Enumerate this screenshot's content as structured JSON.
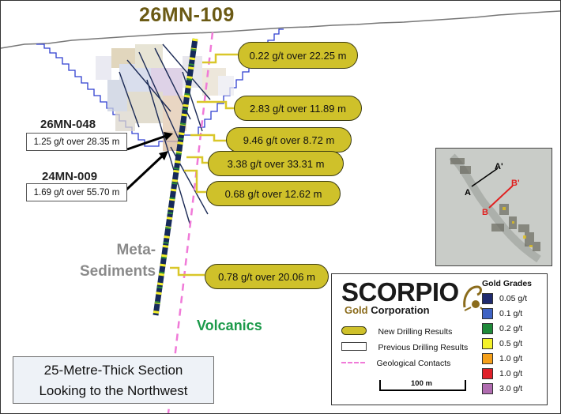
{
  "title": "26MN-109",
  "new_results": [
    {
      "text": "0.22 g/t over 22.25 m"
    },
    {
      "text": "2.83 g/t over 11.89 m"
    },
    {
      "text": "9.46 g/t over 8.72 m"
    },
    {
      "text": "3.38 g/t over 33.31 m"
    },
    {
      "text": "0.68 g/t over 12.62 m"
    },
    {
      "text": "0.78 g/t over 20.06 m"
    }
  ],
  "previous_holes": [
    {
      "name": "26MN-048",
      "result": "1.25 g/t over 28.35 m"
    },
    {
      "name": "24MN-009",
      "result": "1.69 g/t over 55.70 m"
    }
  ],
  "units": {
    "left": "Meta-\nSediments",
    "left_line1": "Meta-",
    "left_line2": "Sediments",
    "right": "Volcanics"
  },
  "section_note": {
    "line1": "25-Metre-Thick Section",
    "line2": "Looking to the Northwest"
  },
  "legend": {
    "logo_main": "SCORPIO",
    "logo_sub_gold": "Gold",
    "logo_sub_corp": "Corporation",
    "items": [
      {
        "label": "New Drilling Results"
      },
      {
        "label": "Previous Drilling Results"
      },
      {
        "label": "Geological Contacts"
      }
    ],
    "scale_label": "100 m",
    "grades_title": "Gold Grades",
    "grades": [
      {
        "label": "0.05 g/t",
        "color": "#1f2a6e"
      },
      {
        "label": "0.1  g/t",
        "color": "#3f63c4"
      },
      {
        "label": "0.2  g/t",
        "color": "#1f8a3a"
      },
      {
        "label": "0.5  g/t",
        "color": "#f4f22a"
      },
      {
        "label": "1.0  g/t",
        "color": "#f5a01a"
      },
      {
        "label": "1.0  g/t",
        "color": "#e0202a"
      },
      {
        "label": "3.0  g/t",
        "color": "#b06cb0"
      }
    ]
  },
  "inset_map": {
    "labels": [
      "A",
      "A'",
      "B",
      "B'"
    ]
  },
  "colors": {
    "new_result_fill": "#cfc12a",
    "contact_line": "#f07ad8",
    "pit_outline": "#2f3fd0",
    "volcanics_text": "#1c9a4a",
    "title_text": "#6b5a14"
  }
}
